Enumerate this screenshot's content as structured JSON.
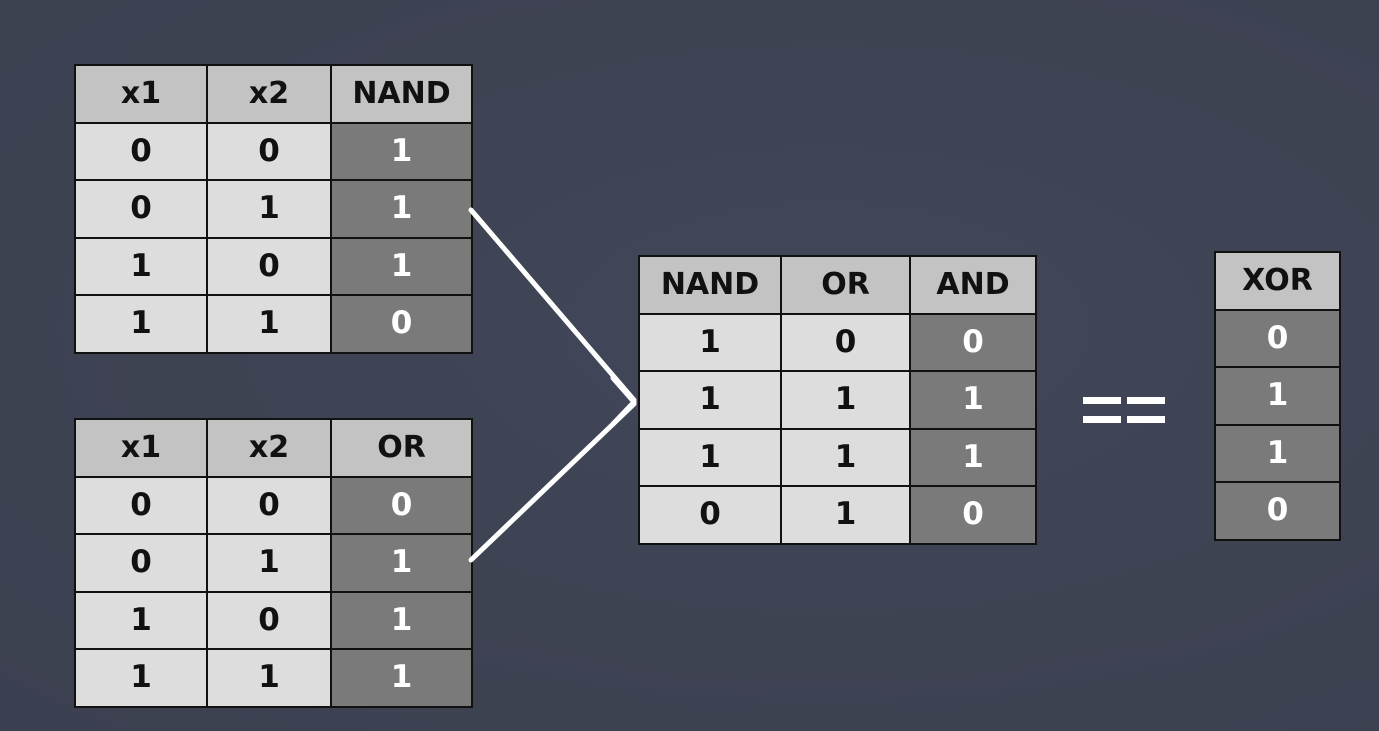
{
  "tables": {
    "nand": {
      "headers": [
        "x1",
        "x2",
        "NAND"
      ],
      "rows": [
        [
          "0",
          "0",
          "1"
        ],
        [
          "0",
          "1",
          "1"
        ],
        [
          "1",
          "0",
          "1"
        ],
        [
          "1",
          "1",
          "0"
        ]
      ]
    },
    "or": {
      "headers": [
        "x1",
        "x2",
        "OR"
      ],
      "rows": [
        [
          "0",
          "0",
          "0"
        ],
        [
          "0",
          "1",
          "1"
        ],
        [
          "1",
          "0",
          "1"
        ],
        [
          "1",
          "1",
          "1"
        ]
      ]
    },
    "combo": {
      "headers": [
        "NAND",
        "OR",
        "AND"
      ],
      "rows": [
        [
          "1",
          "0",
          "0"
        ],
        [
          "1",
          "1",
          "1"
        ],
        [
          "1",
          "1",
          "1"
        ],
        [
          "0",
          "1",
          "0"
        ]
      ]
    },
    "xor": {
      "headers": [
        "XOR"
      ],
      "rows": [
        [
          "0"
        ],
        [
          "1"
        ],
        [
          "1"
        ],
        [
          "0"
        ]
      ]
    }
  },
  "colors": {
    "background": "#3e4352",
    "header_fill": "#c3c3c3",
    "input_fill": "#dddddd",
    "output_fill": "#7a7a7a",
    "output_text": "#ffffff",
    "border": "#111111",
    "arrow": "#ffffff"
  },
  "icons": {
    "arrow": "arrow-right-icon",
    "equals": "double-equals-icon"
  }
}
